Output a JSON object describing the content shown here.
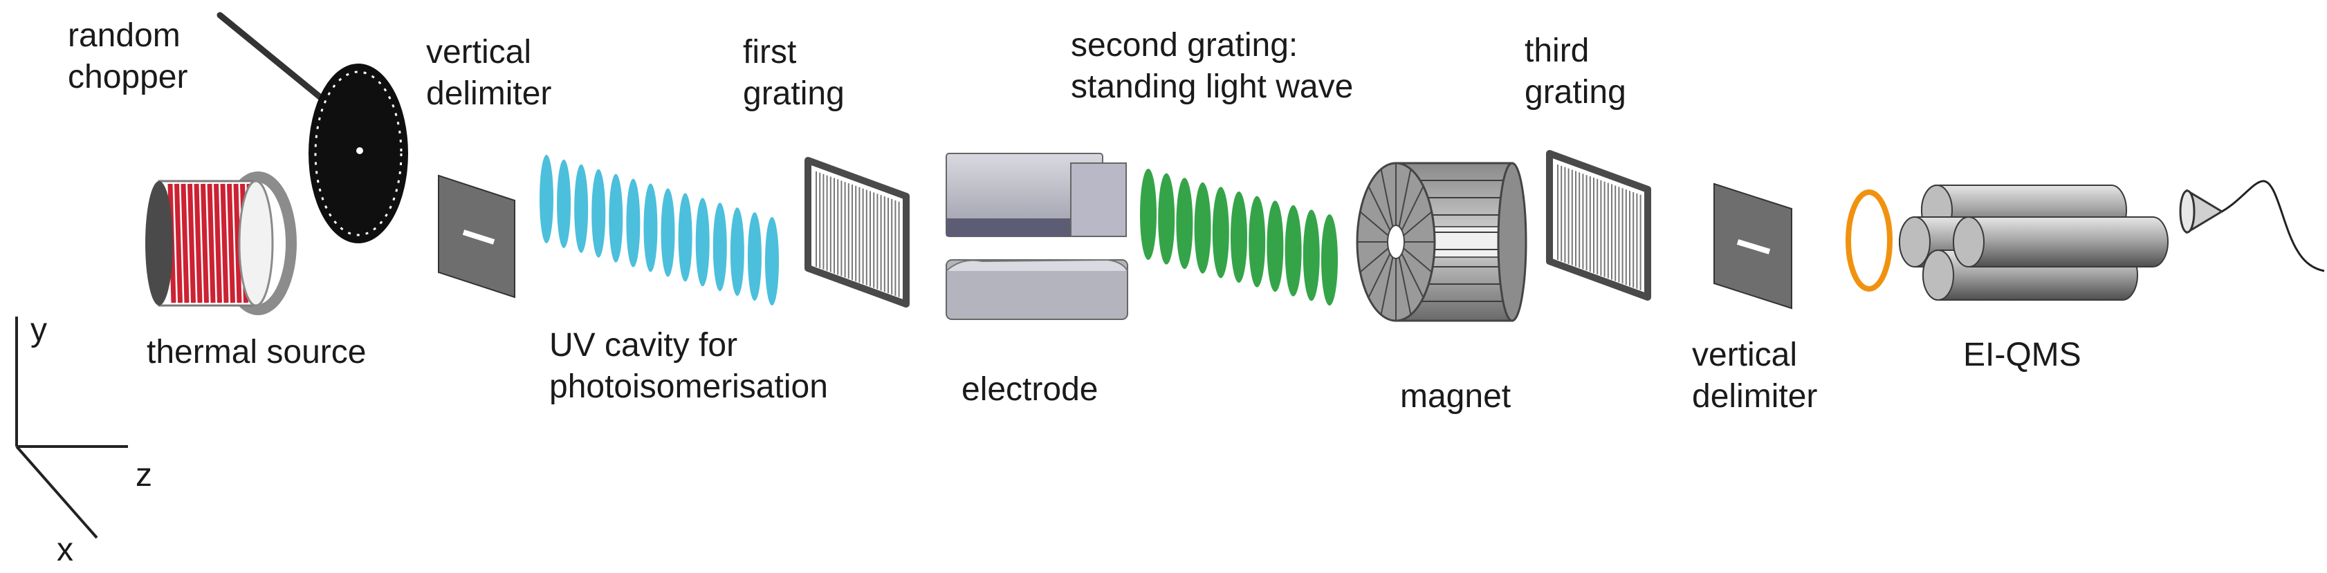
{
  "labels": {
    "random_chopper": [
      "random",
      "chopper"
    ],
    "vertical_delimiter_1": [
      "vertical",
      "delimiter"
    ],
    "first_grating": [
      "first",
      "grating"
    ],
    "second_grating": [
      "second grating:",
      "standing light wave"
    ],
    "third_grating": [
      "third",
      "grating"
    ],
    "thermal_source": "thermal source",
    "uv_cavity": [
      "UV cavity for",
      "photoisomerisation"
    ],
    "electrode": "electrode",
    "magnet": "magnet",
    "vertical_delimiter_2": [
      "vertical",
      "delimiter"
    ],
    "ei_qms": "EI-QMS"
  },
  "axes": {
    "y": "y",
    "z": "z",
    "x": "x"
  },
  "colors": {
    "coil": "#cc2233",
    "uv_wave": "#39b8d8",
    "green_wave": "#1f9a35",
    "detector_ring": "#f0920f",
    "chopper": "#111111",
    "delimiter": "#6e6e6e"
  }
}
